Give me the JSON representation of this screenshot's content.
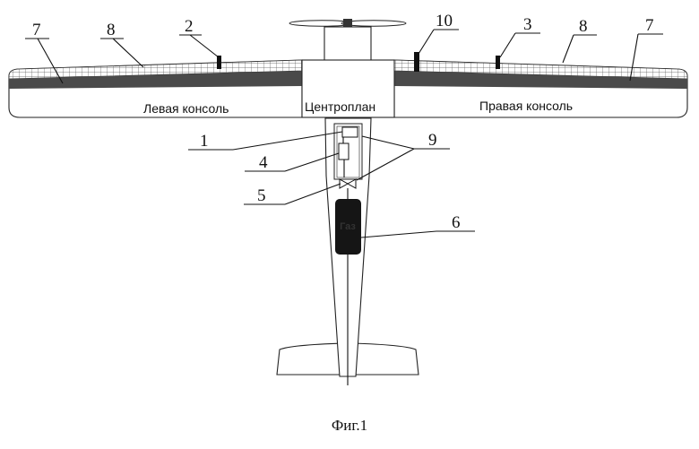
{
  "diagram": {
    "zones": {
      "left_console": "Левая консоль",
      "center_section": "Центроплан",
      "right_console": "Правая консоль"
    },
    "tank_label": "Газ",
    "callouts": [
      {
        "id": "7-left",
        "text": "7"
      },
      {
        "id": "8-left",
        "text": "8"
      },
      {
        "id": "2",
        "text": "2"
      },
      {
        "id": "10",
        "text": "10"
      },
      {
        "id": "3",
        "text": "3"
      },
      {
        "id": "8-right",
        "text": "8"
      },
      {
        "id": "7-right",
        "text": "7"
      },
      {
        "id": "1",
        "text": "1"
      },
      {
        "id": "4",
        "text": "4"
      },
      {
        "id": "5",
        "text": "5"
      },
      {
        "id": "9",
        "text": "9"
      },
      {
        "id": "6",
        "text": "6"
      }
    ],
    "caption": "Фиг.1"
  }
}
